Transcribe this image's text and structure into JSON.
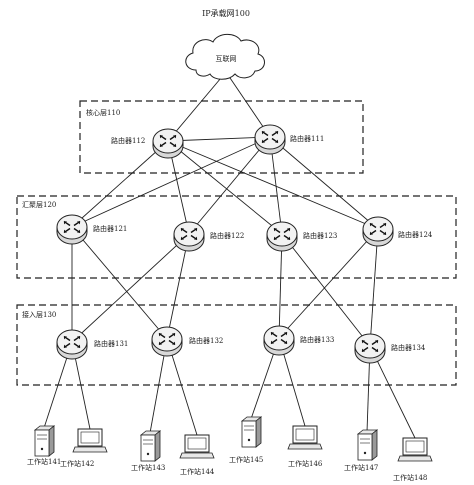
{
  "title": "IP承载网100",
  "internet_label": "互联网",
  "layers": [
    {
      "id": "core",
      "label": "核心层110"
    },
    {
      "id": "agg",
      "label": "汇聚层120"
    },
    {
      "id": "access",
      "label": "接入层130"
    }
  ],
  "routers": [
    {
      "id": "r112",
      "label": "路由器112"
    },
    {
      "id": "r111",
      "label": "路由器111"
    },
    {
      "id": "r121",
      "label": "路由器121"
    },
    {
      "id": "r122",
      "label": "路由器122"
    },
    {
      "id": "r123",
      "label": "路由器123"
    },
    {
      "id": "r124",
      "label": "路由器124"
    },
    {
      "id": "r131",
      "label": "路由器131"
    },
    {
      "id": "r132",
      "label": "路由器132"
    },
    {
      "id": "r133",
      "label": "路由器133"
    },
    {
      "id": "r134",
      "label": "路由器134"
    }
  ],
  "workstations": [
    {
      "id": "ws141",
      "label": "工作站141",
      "kind": "server"
    },
    {
      "id": "ws142",
      "label": "工作站142",
      "kind": "monitor"
    },
    {
      "id": "ws143",
      "label": "工作站143",
      "kind": "server"
    },
    {
      "id": "ws144",
      "label": "工作站144",
      "kind": "monitor"
    },
    {
      "id": "ws145",
      "label": "工作站145",
      "kind": "server"
    },
    {
      "id": "ws146",
      "label": "工作站146",
      "kind": "monitor"
    },
    {
      "id": "ws147",
      "label": "工作站147",
      "kind": "server"
    },
    {
      "id": "ws148",
      "label": "工作站148",
      "kind": "monitor"
    }
  ],
  "links": [
    [
      "internet",
      "r112"
    ],
    [
      "internet",
      "r111"
    ],
    [
      "r112",
      "r111"
    ],
    [
      "r112",
      "r121"
    ],
    [
      "r112",
      "r122"
    ],
    [
      "r112",
      "r123"
    ],
    [
      "r112",
      "r124"
    ],
    [
      "r111",
      "r121"
    ],
    [
      "r111",
      "r122"
    ],
    [
      "r111",
      "r123"
    ],
    [
      "r111",
      "r124"
    ],
    [
      "r121",
      "r131"
    ],
    [
      "r121",
      "r132"
    ],
    [
      "r122",
      "r131"
    ],
    [
      "r122",
      "r132"
    ],
    [
      "r123",
      "r133"
    ],
    [
      "r123",
      "r134"
    ],
    [
      "r124",
      "r133"
    ],
    [
      "r124",
      "r134"
    ],
    [
      "r131",
      "ws141"
    ],
    [
      "r131",
      "ws142"
    ],
    [
      "r132",
      "ws143"
    ],
    [
      "r132",
      "ws144"
    ],
    [
      "r133",
      "ws145"
    ],
    [
      "r133",
      "ws146"
    ],
    [
      "r134",
      "ws147"
    ],
    [
      "r134",
      "ws148"
    ]
  ]
}
